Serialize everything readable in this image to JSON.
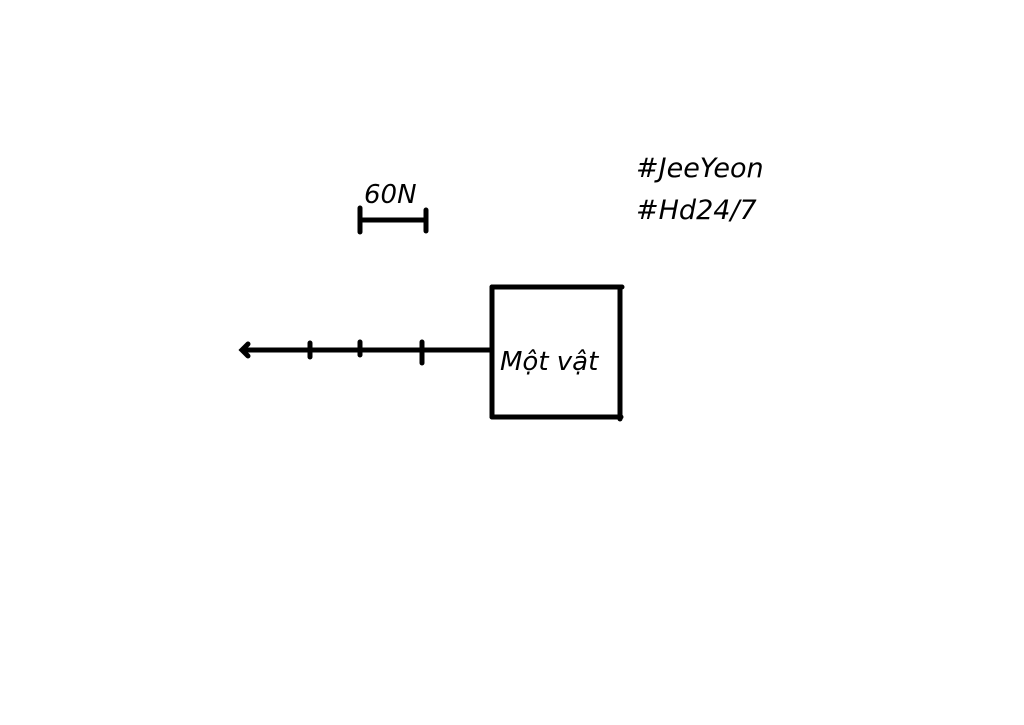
{
  "scale": {
    "label": "60N"
  },
  "object": {
    "label": "Một vật"
  },
  "tags": {
    "line1": "#JeeYeon",
    "line2": "#Hd24/7"
  },
  "colors": {
    "ink": "#000000",
    "background": "#ffffff"
  }
}
